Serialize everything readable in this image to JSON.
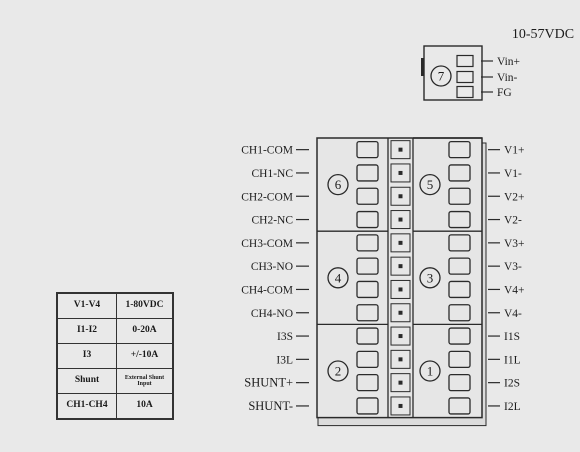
{
  "power": {
    "voltage_label": "10-57VDC",
    "connector_number": "7",
    "pins": [
      "Vin+",
      "Vin-",
      "FG"
    ]
  },
  "blocks": [
    {
      "number": "6",
      "side": "left",
      "pins": [
        "CH1-COM",
        "CH1-NC",
        "CH2-COM",
        "CH2-NC"
      ]
    },
    {
      "number": "4",
      "side": "left",
      "pins": [
        "CH3-COM",
        "CH3-NO",
        "CH4-COM",
        "CH4-NO"
      ]
    },
    {
      "number": "2",
      "side": "left",
      "pins": [
        "I3S",
        "I3L",
        "SHUNT+",
        "SHUNT-"
      ]
    },
    {
      "number": "5",
      "side": "right",
      "pins": [
        "V1+",
        "V1-",
        "V2+",
        "V2-"
      ]
    },
    {
      "number": "3",
      "side": "right",
      "pins": [
        "V3+",
        "V3-",
        "V4+",
        "V4-"
      ]
    },
    {
      "number": "1",
      "side": "right",
      "pins": [
        "I1S",
        "I1L",
        "I2S",
        "I2L"
      ]
    }
  ],
  "spec_table": {
    "rows": [
      {
        "name": "V1-V4",
        "value": "1-80VDC"
      },
      {
        "name": "I1-I2",
        "value": "0-20A"
      },
      {
        "name": "I3",
        "value": "+/-10A"
      },
      {
        "name": "Shunt",
        "value": "External Shunt Input"
      },
      {
        "name": "CH1-CH4",
        "value": "10A"
      }
    ]
  }
}
